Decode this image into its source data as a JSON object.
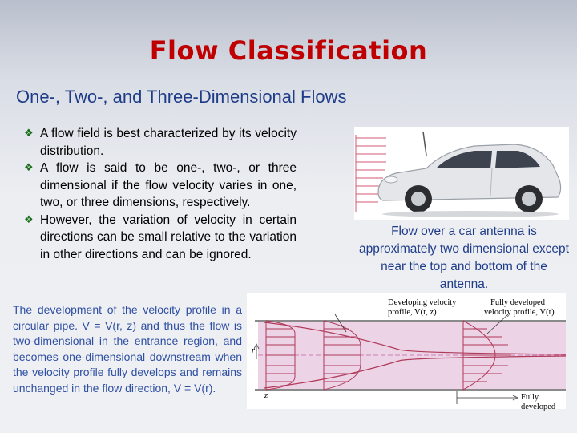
{
  "title": "Flow Classification",
  "subtitle": "One-, Two-, and Three-Dimensional Flows",
  "bullets": [
    "A flow field is best characterized by its velocity distribution.",
    "A flow is said to be one-, two-, or three dimensional if the flow velocity varies in one, two, or three dimensions, respectively.",
    "However, the variation of velocity in certain directions can be small relative to the variation in other directions and can be ignored."
  ],
  "bullet_icon": "diamond-bullet-icon",
  "pipe_caption": "The development of the velocity profile in a circular pipe. V = V(r, z) and thus the flow is two-dimensional in the entrance region, and becomes one-dimensional downstream when the velocity profile fully develops and remains unchanged in the flow direction, V = V(r).",
  "car_caption": "Flow over a car antenna is approximately two dimensional except near the top and bottom of the antenna.",
  "pipe_figure": {
    "developing_label_1": "Developing velocity",
    "developing_label_2": "profile, V(r, z)",
    "developed_label_1": "Fully developed",
    "developed_label_2": "velocity profile, V(r)",
    "axis_r": "r",
    "axis_z": "z",
    "fully_developed": "Fully developed"
  },
  "colors": {
    "title": "#c00000",
    "subtitle": "#1f3c88",
    "caption": "#2f4fa3",
    "pipe_fill": "#ecd3e6",
    "pipe_lines": "#b03a5a",
    "bullet": "#1a6e1a"
  }
}
